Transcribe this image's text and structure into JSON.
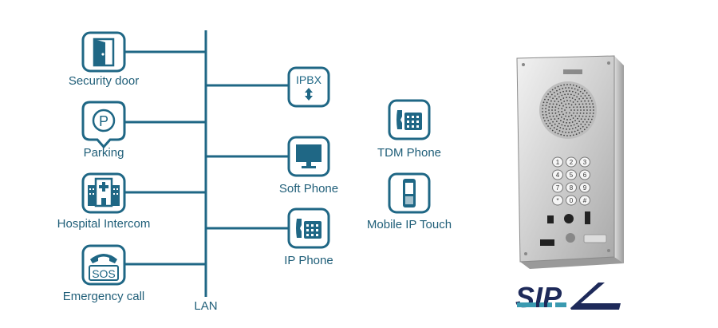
{
  "colors": {
    "line": "#1f6785",
    "icon_stroke": "#1f6785",
    "text": "#1f5e78",
    "logo_navy": "#1e2a5a",
    "logo_teal": "#3a9ab0"
  },
  "left_nodes": [
    {
      "label": "Security door",
      "icon": "door-icon"
    },
    {
      "label": "Parking",
      "icon": "parking-icon"
    },
    {
      "label": "Hospital Intercom",
      "icon": "hospital-icon"
    },
    {
      "label": "Emergency call",
      "icon": "sos-phone-icon"
    }
  ],
  "right_nodes": [
    {
      "label": "",
      "icon": "ipbx-icon",
      "icon_text": "IPBX"
    },
    {
      "label": "Soft Phone",
      "icon": "monitor-icon"
    },
    {
      "label": "IP Phone",
      "icon": "desk-phone-icon"
    }
  ],
  "far_nodes": [
    {
      "label": "TDM Phone",
      "icon": "desk-phone-icon"
    },
    {
      "label": "Mobile IP Touch",
      "icon": "mobile-phone-icon"
    }
  ],
  "bus_label": "LAN",
  "sos_text": "SOS",
  "keypad_keys": [
    "1",
    "2",
    "3",
    "4",
    "5",
    "6",
    "7",
    "8",
    "9",
    "*",
    "0",
    "#"
  ],
  "logo_text": "SIP"
}
